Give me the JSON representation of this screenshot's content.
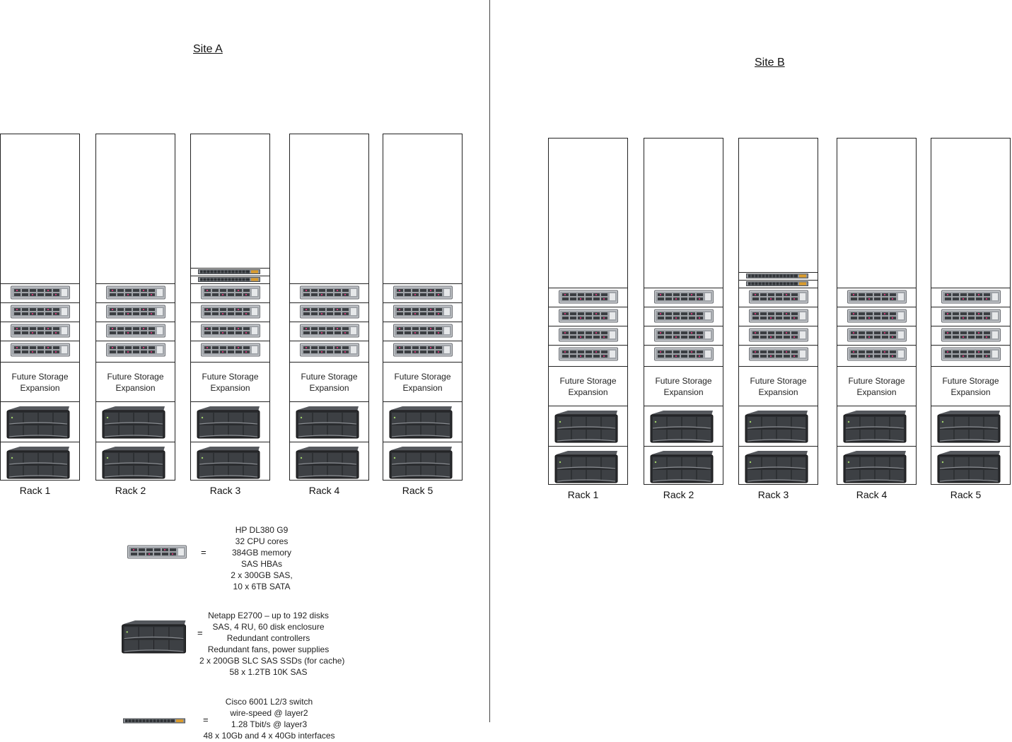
{
  "sites": [
    {
      "title": "Site A",
      "racks": [
        {
          "label": "Rack 1",
          "switches": 0
        },
        {
          "label": "Rack 2",
          "switches": 0
        },
        {
          "label": "Rack 3",
          "switches": 2
        },
        {
          "label": "Rack 4",
          "switches": 0
        },
        {
          "label": "Rack 5",
          "switches": 0
        }
      ]
    },
    {
      "title": "Site B",
      "racks": [
        {
          "label": "Rack 1",
          "switches": 0
        },
        {
          "label": "Rack 2",
          "switches": 0
        },
        {
          "label": "Rack 3",
          "switches": 2
        },
        {
          "label": "Rack 4",
          "switches": 0
        },
        {
          "label": "Rack 5",
          "switches": 0
        }
      ]
    }
  ],
  "future_storage": [
    "Future Storage",
    "Expansion"
  ],
  "legend": {
    "eq": "=",
    "server": [
      "HP DL380 G9",
      "32 CPU cores",
      "384GB memory",
      "SAS HBAs",
      "2 x 300GB SAS,",
      "10 x 6TB SATA"
    ],
    "storage": [
      "Netapp E2700 – up to 192 disks",
      "SAS, 4 RU, 60 disk enclosure",
      "Redundant controllers",
      "Redundant fans, power supplies",
      "2 x 200GB SLC SAS SSDs (for cache)",
      "58 x 1.2TB 10K SAS"
    ],
    "switch": [
      "Cisco 6001 L2/3 switch",
      "wire-speed @ layer2",
      "1.28 Tbit/s @ layer3",
      "48 x 10Gb and 4 x 40Gb interfaces"
    ]
  },
  "colors": {
    "server_body": "#b9bcc0",
    "storage_body": "#2a2c2f",
    "switch_body": "#6d7176",
    "port_accent": "#d99a2b"
  }
}
